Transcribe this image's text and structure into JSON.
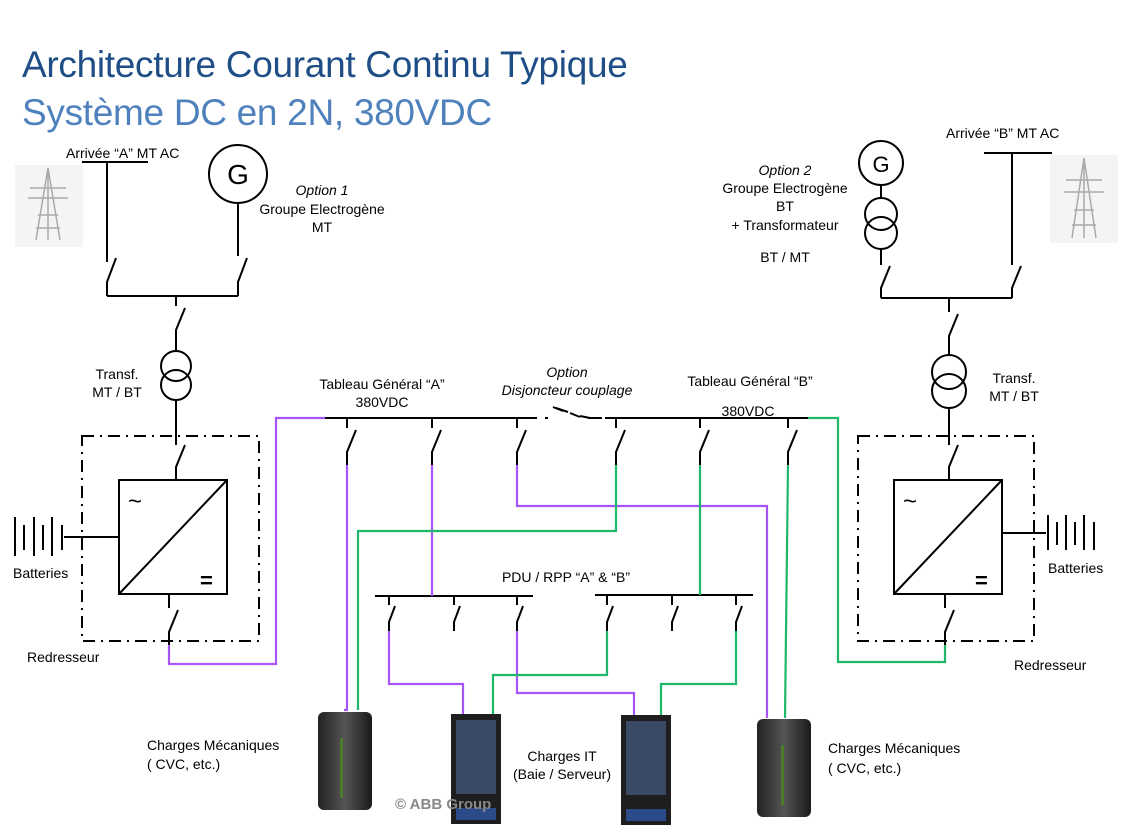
{
  "title": "Architecture Courant Continu Typique",
  "subtitle": "Système DC en 2N, 380VDC",
  "colors": {
    "title": "#1f4e87",
    "subtitle": "#4f81bd",
    "feed_a": "#a855f7",
    "feed_b": "#1db86a"
  },
  "labels": {
    "arrivee_a": "Arrivée “A” MT AC",
    "arrivee_b": "Arrivée “B” MT AC",
    "generator_symbol": "G",
    "option1_title": "Option 1",
    "option1_line1": "Groupe Electrogène",
    "option1_line2": "MT",
    "option2_title": "Option 2",
    "option2_line1": "Groupe Electrogène",
    "option2_line2": "BT",
    "option2_line3": "+ Transformateur",
    "option2_line4": "BT / MT",
    "transf_left_1": "Transf.",
    "transf_left_2": "MT / BT",
    "transf_right_1": "Transf.",
    "transf_right_2": "MT / BT",
    "tableau_a_1": "Tableau Général “A”",
    "tableau_a_2": "380VDC",
    "tableau_b_1": "Tableau Général “B”",
    "tableau_b_2": "380VDC",
    "coupling_title": "Option",
    "coupling_line": "Disjoncteur couplage",
    "batteries_left": "Batteries",
    "batteries_right": "Batteries",
    "rectifier_left": "Redresseur",
    "rectifier_right": "Redresseur",
    "ac_symbol": "~",
    "dc_symbol": "=",
    "pdu": "PDU / RPP “A” & “B”",
    "mech_left_1": "Charges Mécaniques",
    "mech_left_2": "( CVC, etc.)",
    "it_1": "Charges  IT",
    "it_2": "(Baie / Serveur)",
    "mech_right_1": "Charges Mécaniques",
    "mech_right_2": "( CVC, etc.)",
    "copyright": "© ABB Group"
  }
}
